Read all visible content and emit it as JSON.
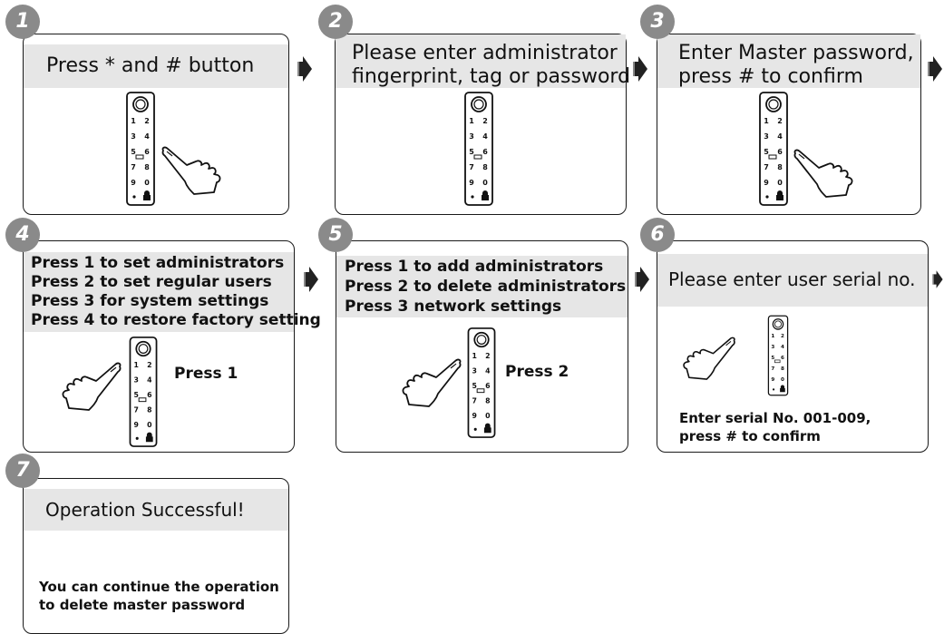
{
  "steps": [
    {
      "num": "1",
      "lines": [
        "Press * and # button"
      ],
      "note": "",
      "extra": []
    },
    {
      "num": "2",
      "lines": [
        "Please enter administrator",
        "fingerprint, tag or password"
      ],
      "note": "",
      "extra": []
    },
    {
      "num": "3",
      "lines": [
        "Enter Master password,",
        "press # to confirm"
      ],
      "note": "",
      "extra": []
    },
    {
      "num": "4",
      "lines": [
        "Press 1 to set administrators",
        "Press 2  to set regular users",
        "Press 3 for system settings",
        "Press 4 to restore factory setting"
      ],
      "note": "Press 1",
      "extra": []
    },
    {
      "num": "5",
      "lines": [
        "Press 1 to add administrators",
        "Press 2 to delete administrators",
        "Press 3  network settings"
      ],
      "note": "Press 2",
      "extra": []
    },
    {
      "num": "6",
      "lines": [
        "Please enter user serial no."
      ],
      "note": "",
      "extra": [
        "Enter serial No. 001-009,",
        "press # to confirm"
      ]
    },
    {
      "num": "7",
      "lines": [
        "Operation Successful!"
      ],
      "note": "",
      "extra": [
        "You can continue the operation",
        "to delete master password"
      ]
    }
  ],
  "keypad": {
    "rows": [
      [
        "1",
        "2"
      ],
      [
        "3",
        "4"
      ],
      [
        "5",
        "6"
      ],
      [
        "7",
        "8"
      ],
      [
        "9",
        "0"
      ]
    ]
  }
}
